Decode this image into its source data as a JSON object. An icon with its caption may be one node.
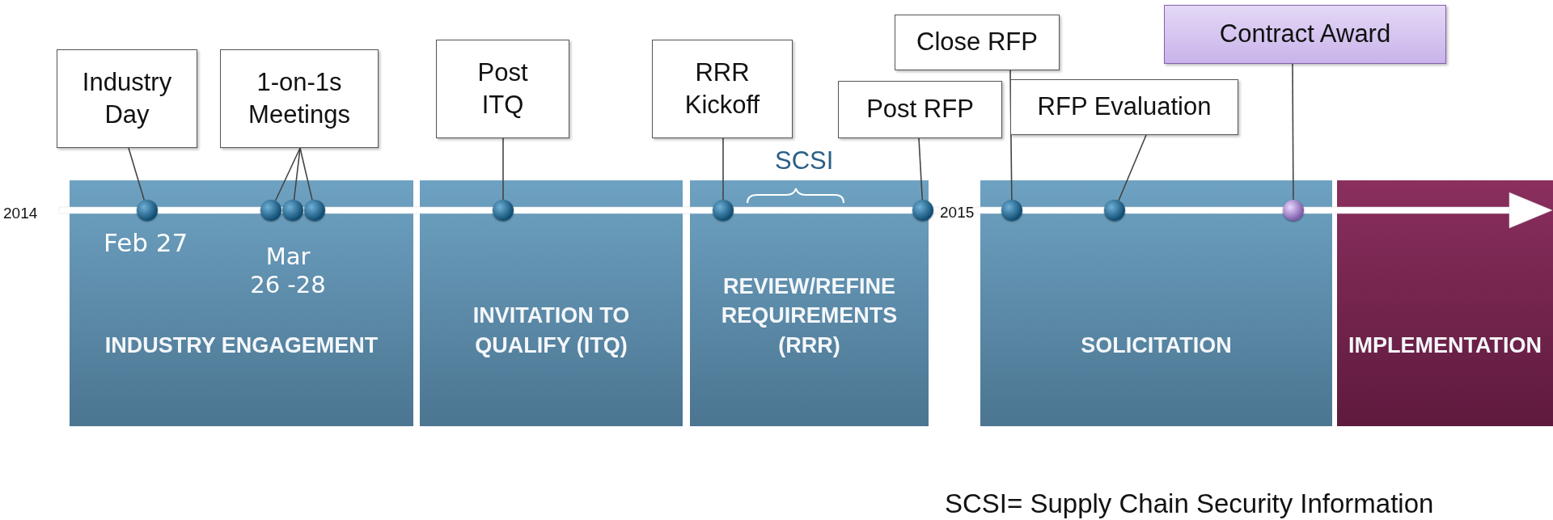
{
  "diagram": {
    "nodes": [
      {
        "text": [
          "INDUSTRY ENGAGEMENT"
        ]
      },
      {
        "text": [
          "INVITATION TO QUALIFY (ITQ)"
        ]
      },
      {
        "text": [
          "REVIEW/REFINE REQUIREMENTS (RRR)"
        ]
      },
      {
        "text": [
          "SOLICITATION"
        ]
      },
      {
        "text": [
          "IMPLEMENTATION"
        ]
      },
      {
        "text": [
          "Industry Day"
        ]
      },
      {
        "text": [
          "1-on-1s Meetings"
        ]
      },
      {
        "text": [
          "Post ITQ"
        ]
      },
      {
        "text": [
          "RRR Kickoff"
        ]
      },
      {
        "text": [
          "Post RFP"
        ]
      },
      {
        "text": [
          "Close RFP"
        ]
      },
      {
        "text": [
          "RFP Evaluation"
        ]
      },
      {
        "text": [
          "Contract Award"
        ]
      },
      {
        "text": [],
        "shape": "circle",
        "in": 0
      },
      {
        "text": [],
        "shape": "circle",
        "in": 0
      },
      {
        "text": [],
        "shape": "circle",
        "in": 0
      },
      {
        "text": [],
        "shape": "circle",
        "in": 0
      },
      {
        "text": [],
        "shape": "circle",
        "in": 1
      },
      {
        "text": [],
        "shape": "circle",
        "in": 2
      },
      {
        "text": [],
        "shape": "circle"
      },
      {
        "text": [],
        "shape": "circle",
        "in": 3
      },
      {
        "text": [],
        "shape": "circle",
        "in": 3
      },
      {
        "text": [],
        "shape": "circle",
        "in": 3
      }
    ],
    "edges": [
      {
        "from": 5,
        "to": 13,
        "arrow": "none"
      },
      {
        "from": 6,
        "to": 14,
        "arrow": "none"
      },
      {
        "from": 6,
        "to": 15,
        "arrow": "none"
      },
      {
        "from": 6,
        "to": 16,
        "arrow": "none"
      },
      {
        "from": 7,
        "to": 17,
        "arrow": "none"
      },
      {
        "from": 8,
        "to": 18,
        "arrow": "none"
      },
      {
        "from": 9,
        "to": 19,
        "arrow": "none"
      },
      {
        "from": 10,
        "to": 20,
        "arrow": "none"
      },
      {
        "from": 11,
        "to": 21,
        "arrow": "none"
      },
      {
        "from": 12,
        "to": 22,
        "arrow": "none"
      }
    ],
    "labels": [
      "2014",
      "Feb 27",
      "Mar 26 -28",
      "SCSI",
      "2015",
      "SCSI= Supply Chain Security Information"
    ]
  }
}
